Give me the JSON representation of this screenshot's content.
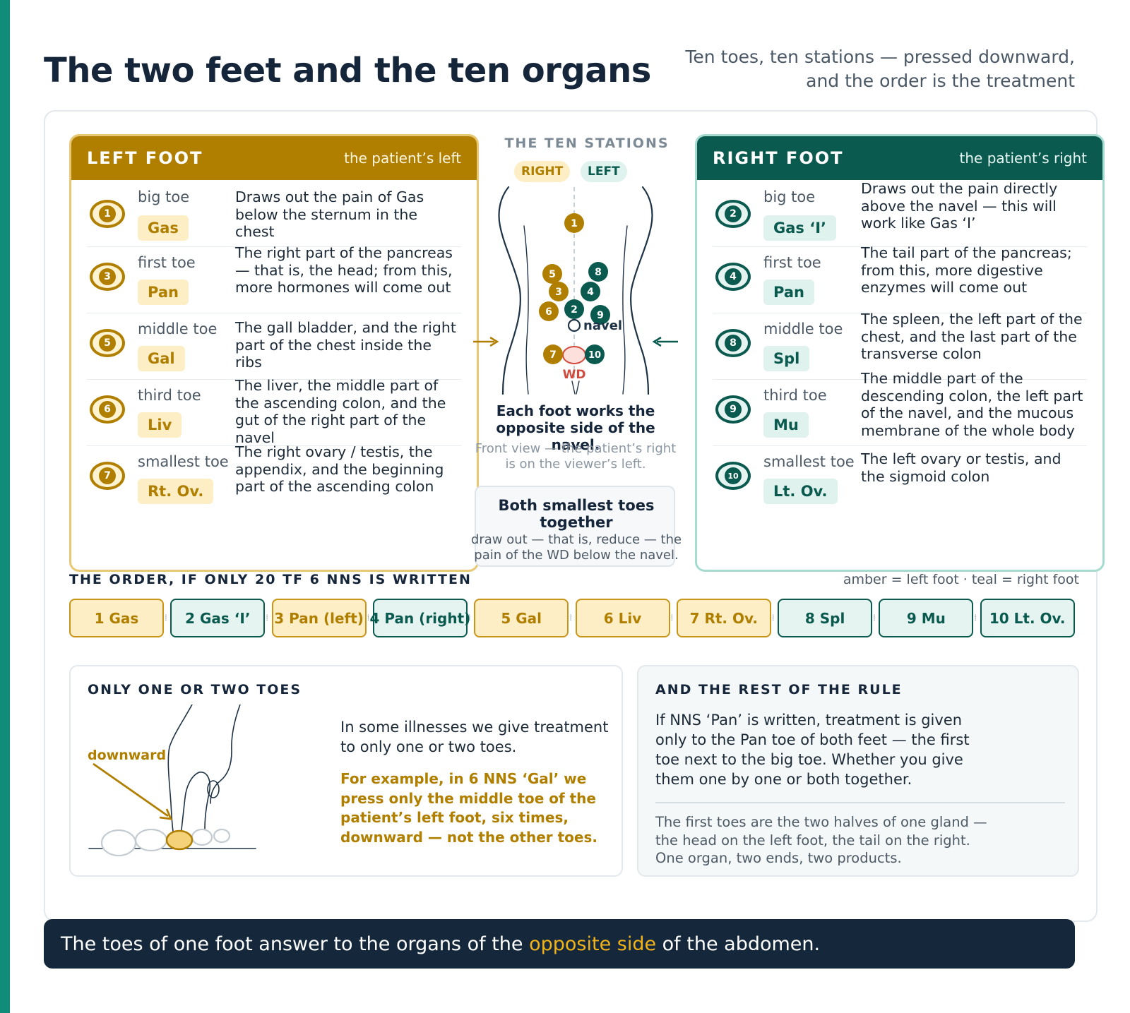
{
  "title": "The two feet and the ten organs",
  "subtitle": "Ten toes, ten stations — pressed downward, and the order is the treatment",
  "left_foot": {
    "title": "LEFT FOOT",
    "subtitle": "the patient’s left",
    "toes": [
      {
        "num": "1",
        "name": "big toe",
        "code": "Gas",
        "desc": "Draws out the pain of Gas below the sternum in the chest"
      },
      {
        "num": "3",
        "name": "first toe",
        "code": "Pan",
        "desc": "The right part of the pancreas — that is, the head; from this, more hormones will come out"
      },
      {
        "num": "5",
        "name": "middle toe",
        "code": "Gal",
        "desc": "The gall bladder, and the right part of the chest inside the ribs"
      },
      {
        "num": "6",
        "name": "third toe",
        "code": "Liv",
        "desc": "The liver, the middle part of the ascending colon, and the gut of the right part of the navel"
      },
      {
        "num": "7",
        "name": "smallest toe",
        "code": "Rt. Ov.",
        "desc": "The right ovary / testis, the appendix, and the beginning part of the ascending colon"
      }
    ]
  },
  "right_foot": {
    "title": "RIGHT FOOT",
    "subtitle": "the patient’s right",
    "toes": [
      {
        "num": "2",
        "name": "big toe",
        "code": "Gas ‘I’",
        "desc": "Draws out the pain directly above the navel — this will work like Gas ‘I’"
      },
      {
        "num": "4",
        "name": "first toe",
        "code": "Pan",
        "desc": "The tail part of the pancreas; from this, more digestive enzymes will come out"
      },
      {
        "num": "8",
        "name": "middle toe",
        "code": "Spl",
        "desc": "The spleen, the left part of the chest, and the last part of the transverse colon"
      },
      {
        "num": "9",
        "name": "third toe",
        "code": "Mu",
        "desc": "The middle part of the descending colon, the left part of the navel, and the mucous membrane of the whole body"
      },
      {
        "num": "10",
        "name": "smallest toe",
        "code": "Lt. Ov.",
        "desc": "The left ovary or testis, and the sigmoid colon"
      }
    ]
  },
  "center": {
    "title": "THE TEN STATIONS",
    "pill_right": "RIGHT",
    "pill_left": "LEFT",
    "navel_label": "navel",
    "wd_label": "WD",
    "caption": "Each foot works the opposite side of the navel.",
    "note": "Front view — the patient’s right is on the viewer’s left.",
    "both_title": "Both smallest toes together",
    "both_desc": "draw out — that is, reduce — the pain of the WD below the navel."
  },
  "order": {
    "label": "THE ORDER, IF ONLY 20 TF 6 NNS IS WRITTEN",
    "legend": "amber = left foot · teal = right foot",
    "steps": [
      {
        "label": "1 Gas",
        "color": "amber"
      },
      {
        "label": "2 Gas ‘I’",
        "color": "teal"
      },
      {
        "label": "3 Pan (left)",
        "color": "amber"
      },
      {
        "label": "4 Pan (right)",
        "color": "teal"
      },
      {
        "label": "5 Gal",
        "color": "amber"
      },
      {
        "label": "6 Liv",
        "color": "amber"
      },
      {
        "label": "7 Rt. Ov.",
        "color": "amber"
      },
      {
        "label": "8 Spl",
        "color": "teal"
      },
      {
        "label": "9 Mu",
        "color": "teal"
      },
      {
        "label": "10 Lt. Ov.",
        "color": "teal"
      }
    ]
  },
  "one_or_two": {
    "title": "ONLY ONE OR TWO TOES",
    "arrow_label": "downward",
    "text": "In some illnesses we give treatment to only one or two toes.",
    "example": "For example, in 6 NNS ‘Gal’ we press only the middle toe of the patient’s left foot, six times, downward — not the other toes."
  },
  "rest_of_rule": {
    "title": "AND THE REST OF THE RULE",
    "text": "If NNS ‘Pan’ is written, treatment is given only to the Pan toe of both feet — the first toe next to the big toe. Whether you give them one by one or both together.",
    "note": "The first toes are the two halves of one gland — the head on the left foot, the tail on the right. One organ, two ends, two products."
  },
  "banner": {
    "before": "The toes of one foot answer to the organs of the ",
    "highlight": "opposite side",
    "after": " of the abdomen."
  },
  "colors": {
    "amber": "#b07f00",
    "teal": "#0b5a4f",
    "accent_stripe": "#118c78",
    "banner_bg": "#15283b",
    "banner_highlight": "#f2b318"
  }
}
